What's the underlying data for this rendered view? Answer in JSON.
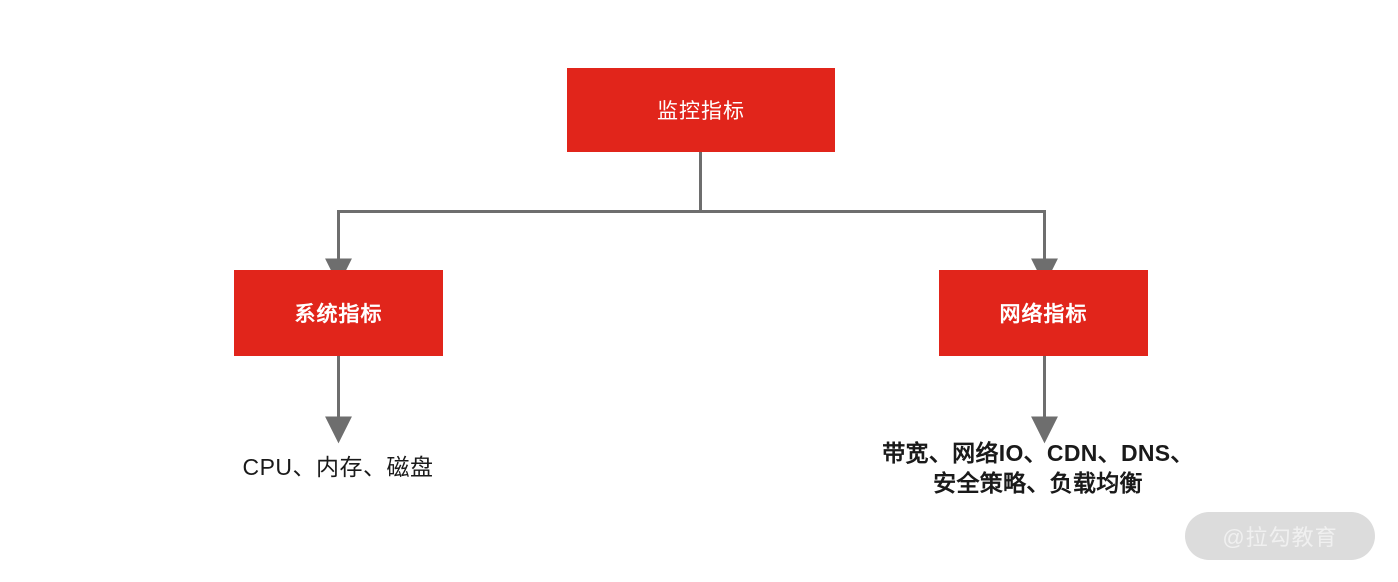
{
  "diagram": {
    "title": "监控指标",
    "colors": {
      "node_fill": "#e1251b",
      "node_text": "#ffffff",
      "connector": "#6e6e6e",
      "leaf_text": "#1a1a1a",
      "watermark_bg": "#dcdcdc",
      "watermark_text": "#f0f0f0",
      "canvas_bg": "#ffffff"
    },
    "root": {
      "label": "监控指标"
    },
    "branches": [
      {
        "id": "system",
        "label": "系统指标",
        "leaf": "CPU、内存、磁盘"
      },
      {
        "id": "network",
        "label": "网络指标",
        "leaf": "带宽、网络IO、CDN、DNS、\n安全策略、负载均衡"
      }
    ]
  },
  "watermark": {
    "text": "@拉勾教育"
  }
}
